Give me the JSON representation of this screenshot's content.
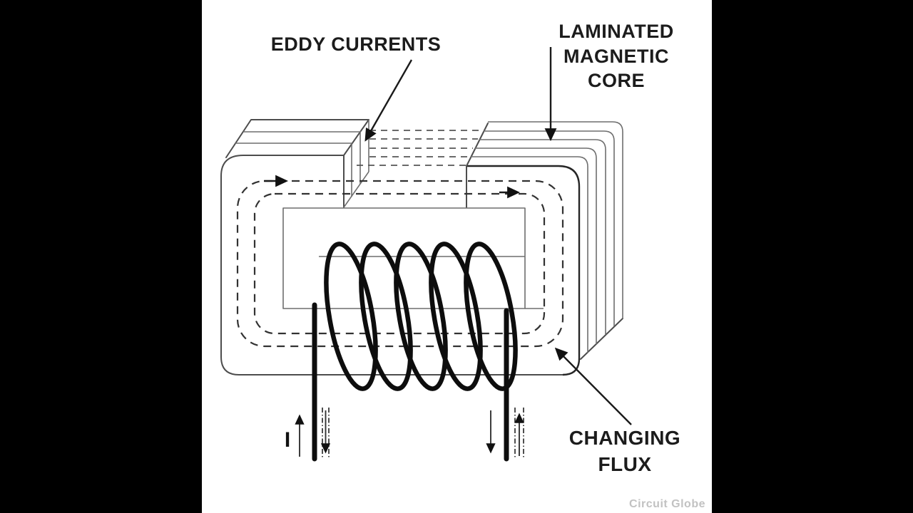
{
  "frame": {
    "letterbox_color": "#000000",
    "background": "#ffffff",
    "ink_color": "#2b2b2b",
    "watermark_color": "#c2c2c2"
  },
  "labels": {
    "eddy": "EDDY CURRENTS",
    "laminated": [
      "LAMINATED",
      "MAGNETIC",
      "CORE"
    ],
    "changing": [
      "CHANGING",
      "FLUX"
    ],
    "current_symbol": "I",
    "watermark": "Circuit Globe"
  },
  "diagram": {
    "subject": "Eddy currents in a laminated magnetic core",
    "coil_turns": 5,
    "lamination_sheets": 6,
    "flux_loops": 2
  }
}
